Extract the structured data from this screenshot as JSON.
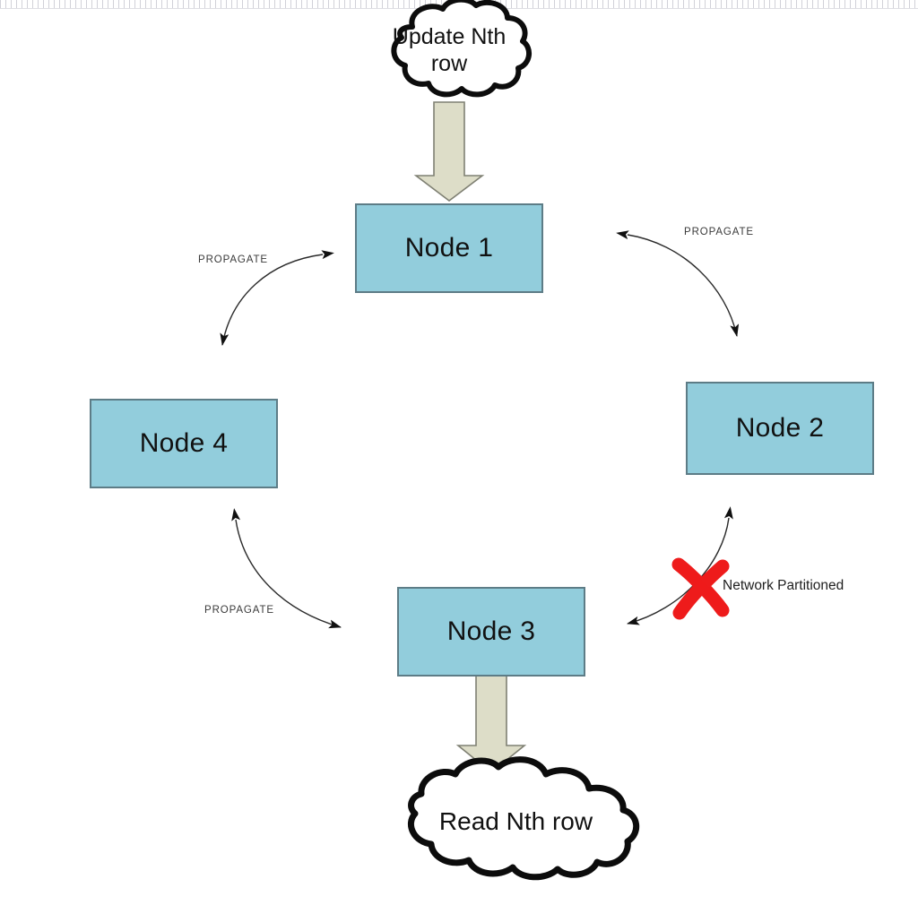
{
  "diagram": {
    "title": "Eventual consistency / network partition replication diagram",
    "background_color": "#ffffff",
    "node_fill_color": "#92cddc",
    "node_border_color": "#5d7c86",
    "block_arrow_fill_color": "#ddddc8",
    "block_arrow_border_color": "#7f8073",
    "connector_color": "#1a1a1a",
    "partition_mark_color": "#ee1b1b"
  },
  "clouds": [
    {
      "id": "update-cloud",
      "text_lines": [
        "Update Nth",
        "row"
      ],
      "font_size": 25,
      "role": "write-request"
    },
    {
      "id": "read-cloud",
      "text_lines": [
        "Read Nth row"
      ],
      "font_size": 28,
      "role": "read-request"
    }
  ],
  "nodes": [
    {
      "id": "node1",
      "label": "Node 1"
    },
    {
      "id": "node2",
      "label": "Node 2"
    },
    {
      "id": "node3",
      "label": "Node 3"
    },
    {
      "id": "node4",
      "label": "Node 4"
    }
  ],
  "edges": [
    {
      "id": "edge-n1-n4",
      "label": "PROPAGATE",
      "from": "Node 1",
      "to": "Node 4",
      "broken": false
    },
    {
      "id": "edge-n1-n2",
      "label": "PROPAGATE",
      "from": "Node 1",
      "to": "Node 2",
      "broken": false
    },
    {
      "id": "edge-n4-n3",
      "label": "PROPAGATE",
      "from": "Node 4",
      "to": "Node 3",
      "broken": false
    },
    {
      "id": "edge-n2-n3",
      "label": "Network Partitioned",
      "from": "Node 2",
      "to": "Node 3",
      "broken": true
    }
  ],
  "block_arrows": [
    {
      "id": "update-arrow",
      "from": "Update Nth row",
      "to": "Node 1",
      "direction": "down"
    },
    {
      "id": "read-arrow",
      "from": "Node 3",
      "to": "Read Nth row",
      "direction": "down"
    }
  ]
}
